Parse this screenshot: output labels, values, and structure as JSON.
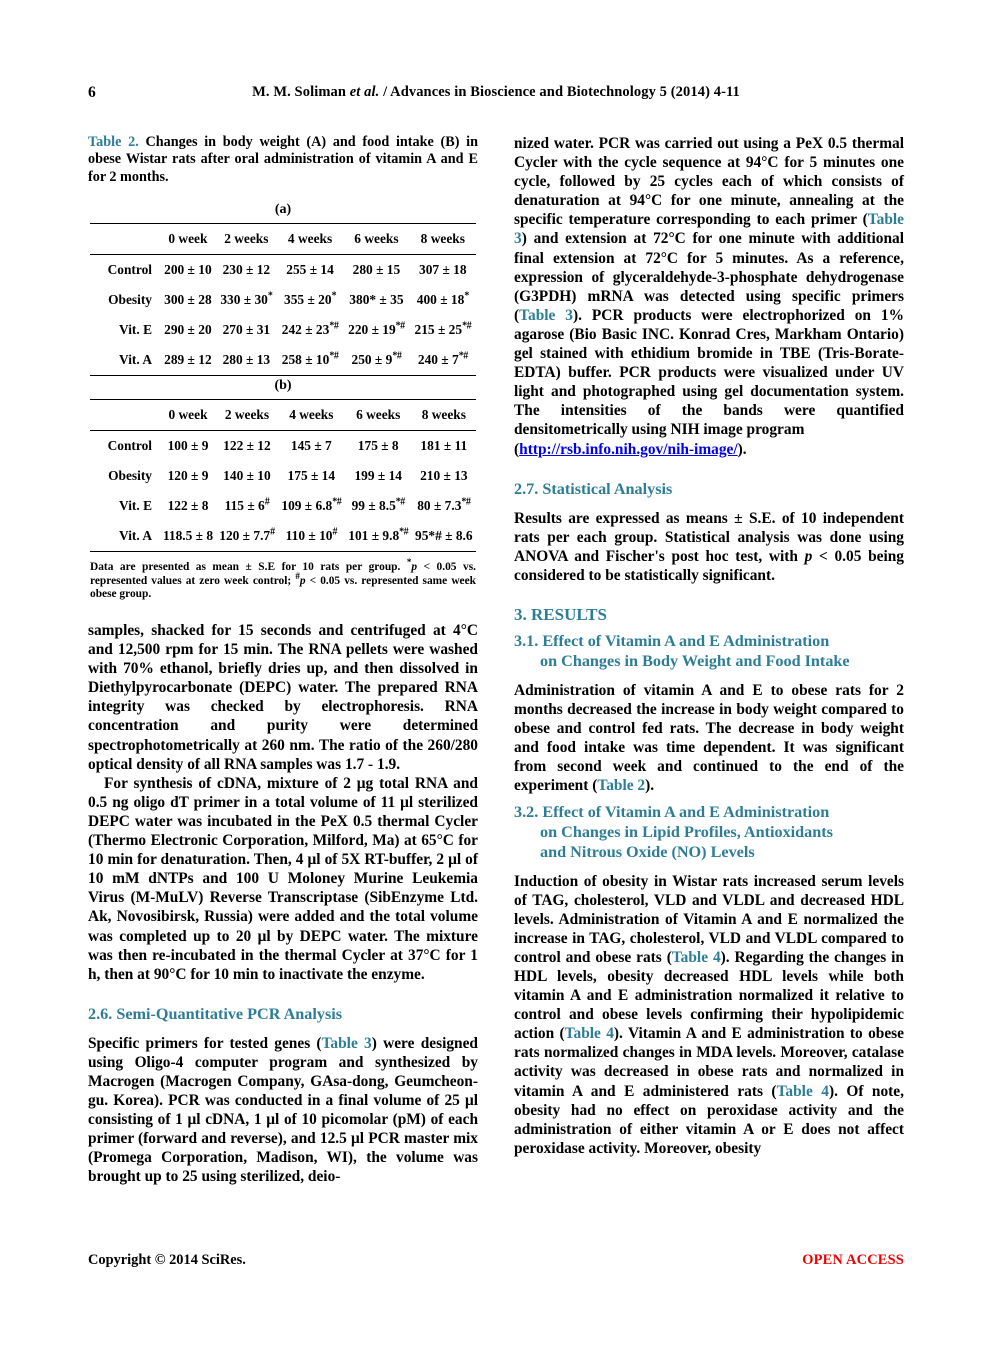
{
  "header": {
    "folio": "6",
    "citation_prefix": "M. M. Soliman ",
    "citation_italic": "et al.",
    "citation_suffix": " / Advances in Bioscience and Biotechnology 5 (2014) 4-11"
  },
  "table2": {
    "caption_label": "Table 2.",
    "caption_text": " Changes in body weight (A) and food intake (B) in obese Wistar rats after oral administration of vitamin A and E for 2 months.",
    "panel_a_label": "(a)",
    "panel_b_label": "(b)",
    "columns": [
      "",
      "0 week",
      "2 weeks",
      "4 weeks",
      "6 weeks",
      "8 weeks"
    ],
    "panel_a_rows": [
      {
        "label": "Control",
        "cells": [
          {
            "v": "200 ± 10",
            "sup": ""
          },
          {
            "v": "230 ± 12",
            "sup": ""
          },
          {
            "v": "255 ± 14",
            "sup": ""
          },
          {
            "v": "280 ± 15",
            "sup": ""
          },
          {
            "v": "307 ± 18",
            "sup": ""
          }
        ]
      },
      {
        "label": "Obesity",
        "cells": [
          {
            "v": "300 ± 28",
            "sup": ""
          },
          {
            "v": "330 ± 30",
            "sup": "*"
          },
          {
            "v": "355 ± 20",
            "sup": "*"
          },
          {
            "v": "380* ± 35",
            "sup": ""
          },
          {
            "v": "400 ± 18",
            "sup": "*"
          }
        ]
      },
      {
        "label": "Vit. E",
        "cells": [
          {
            "v": "290 ± 20",
            "sup": ""
          },
          {
            "v": "270 ± 31",
            "sup": ""
          },
          {
            "v": "242 ± 23",
            "sup": "*#"
          },
          {
            "v": "220 ± 19",
            "sup": "*#"
          },
          {
            "v": "215 ± 25",
            "sup": "*#"
          }
        ]
      },
      {
        "label": "Vit. A",
        "cells": [
          {
            "v": "289 ± 12",
            "sup": ""
          },
          {
            "v": "280 ± 13",
            "sup": ""
          },
          {
            "v": "258 ± 10",
            "sup": "*#"
          },
          {
            "v": "250 ± 9",
            "sup": "*#"
          },
          {
            "v": "240 ± 7",
            "sup": "*#"
          }
        ]
      }
    ],
    "panel_b_rows": [
      {
        "label": "Control",
        "cells": [
          {
            "v": "100 ± 9",
            "sup": ""
          },
          {
            "v": "122 ± 12",
            "sup": ""
          },
          {
            "v": "145 ± 7",
            "sup": ""
          },
          {
            "v": "175 ± 8",
            "sup": ""
          },
          {
            "v": "181 ± 11",
            "sup": ""
          }
        ]
      },
      {
        "label": "Obesity",
        "cells": [
          {
            "v": "120 ± 9",
            "sup": ""
          },
          {
            "v": "140 ± 10",
            "sup": ""
          },
          {
            "v": "175 ± 14",
            "sup": ""
          },
          {
            "v": "199 ± 14",
            "sup": ""
          },
          {
            "v": "210 ± 13",
            "sup": ""
          }
        ]
      },
      {
        "label": "Vit. E",
        "cells": [
          {
            "v": "122 ± 8",
            "sup": ""
          },
          {
            "v": "115 ± 6",
            "sup": "#"
          },
          {
            "v": "109 ± 6.8",
            "sup": "*#"
          },
          {
            "v": "99 ± 8.5",
            "sup": "*#"
          },
          {
            "v": "80 ± 7.3",
            "sup": "*#"
          }
        ]
      },
      {
        "label": "Vit. A",
        "cells": [
          {
            "v": "118.5 ± 8",
            "sup": ""
          },
          {
            "v": "120 ± 7.7",
            "sup": "#"
          },
          {
            "v": "110 ± 10",
            "sup": "#"
          },
          {
            "v": "101 ± 9.8",
            "sup": "*#"
          },
          {
            "v": "95*# ± 8.6",
            "sup": ""
          }
        ]
      }
    ],
    "note_part1": "Data are presented as mean ± S.E for 10 rats per group. ",
    "note_sup1": "*",
    "note_part2": "p < 0.05 vs. represented values at zero week control; ",
    "note_sup2": "#",
    "note_part3": "p < 0.05 vs. represented same week obese group."
  },
  "left_column": {
    "para_rna": "samples, shacked for 15 seconds and centrifuged at 4°C and 12,500 rpm for 15 min. The RNA pellets were washed with 70% ethanol, briefly dries up, and then dissolved in Diethylpyrocarbonate (DEPC) water. The prepared RNA integrity was checked by electrophoresis. RNA concentration and purity were determined spectrophotometrically at 260 nm. The ratio of the 260/280 optical density of all RNA samples was 1.7 - 1.9.",
    "para_cdna": "For synthesis of cDNA, mixture of 2 μg total RNA and 0.5 ng oligo dT primer in a total volume of 11 μl sterilized DEPC water was incubated in the PeX 0.5 thermal Cycler (Thermo Electronic Corporation, Milford, Ma) at 65°C for 10 min for denaturation. Then, 4 μl of 5X RT-buffer, 2 μl of 10 mM dNTPs and 100 U Moloney Murine Leukemia Virus (M-MuLV) Reverse Transcriptase (SibEnzyme Ltd. Ak, Novosibirsk, Russia) were added and the total volume was completed up to 20 μl by DEPC water. The mixture was then re-incubated in the thermal Cycler at 37°C for 1 h, then at 90°C for 10 min to inactivate the enzyme.",
    "heading_2_6": "2.6. Semi-Quantitative PCR Analysis",
    "para_pcr_a": "Specific primers for tested genes (",
    "para_pcr_link": "Table 3",
    "para_pcr_b": ") were designed using Oligo-4 computer program and synthesized by Macrogen (Macrogen Company, GAsa-dong, Geumcheon-gu. Korea). PCR was conducted in a final volume of 25 μl consisting of 1 μl cDNA, 1 μl of 10 picomolar (pM) of each primer (forward and reverse), and 12.5 μl PCR master mix (Promega Corporation, Madison, WI), the volume was brought up to 25 using sterilized, deio-"
  },
  "right_column": {
    "para_pcr_a": "nized water. PCR was carried out using a PeX 0.5 thermal Cycler with the cycle sequence at 94°C for 5 minutes one cycle, followed by 25 cycles each of which consists of denaturation at 94°C for one minute, annealing at the specific temperature corresponding to each primer (",
    "link_table3_1": "Table 3",
    "para_pcr_b": ") and extension at 72°C for one minute with additional final extension at 72°C for 5 minutes. As a reference, expression of glyceraldehyde-3-phosphate dehydrogenase (G3PDH) mRNA was detected using specific primers (",
    "link_table3_2": "Table 3",
    "para_pcr_c": "). PCR products were electrophorized on 1% agarose (Bio Basic INC. Konrad Cres, Markham Ontario) gel stained with ethidium bromide in TBE (Tris-Borate-EDTA) buffer. PCR products were visualized under UV light and photographed using gel documentation system. The intensities of the bands were quantified densitometrically using NIH image program",
    "nih_open_paren": "(",
    "nih_url": "http://rsb.info.nih.gov/nih-image/",
    "nih_close": ").",
    "heading_2_7": "2.7. Statistical Analysis",
    "para_stats_a": "Results are expressed as means ± S.E. of 10 independent rats per each group. Statistical analysis was done using ANOVA and Fischer's post hoc test, with ",
    "para_stats_ital": "p",
    "para_stats_b": " < 0.05 being considered to be statistically significant.",
    "heading_3": "3. RESULTS",
    "heading_3_1_line1": "3.1. Effect of Vitamin A and E Administration",
    "heading_3_1_line2": "on Changes in Body Weight and Food Intake",
    "para_3_1_a": "Administration of vitamin A and E to obese rats for 2 months decreased the increase in body weight compared to obese and control fed rats. The decrease in body weight and food intake was time dependent. It was significant from second week and continued to the end of the experiment (",
    "link_table2": "Table 2",
    "para_3_1_b": ").",
    "heading_3_2_line1": "3.2. Effect of Vitamin A and E Administration",
    "heading_3_2_line2": "on Changes in Lipid Profiles, Antioxidants",
    "heading_3_2_line3": "and Nitrous Oxide (NO) Levels",
    "para_3_2_a": "Induction of obesity in Wistar rats increased serum levels of TAG, cholesterol, VLD and VLDL and decreased HDL levels. Administration of Vitamin A and E normalized the increase in TAG, cholesterol, VLD and VLDL compared to control and obese rats (",
    "link_table4_1": "Table 4",
    "para_3_2_b": "). Regarding the changes in HDL levels, obesity decreased HDL levels while both vitamin A and E administration normalized it relative to control and obese levels confirming their hypolipidemic action (",
    "link_table4_2": "Table 4",
    "para_3_2_c": "). Vitamin A and E administration to obese rats normalized changes in MDA levels. Moreover, catalase activity was decreased in obese rats and normalized in vitamin A and E administered rats (",
    "link_table4_3": "Table 4",
    "para_3_2_d": "). Of note, obesity had no effect on peroxidase activity and the administration of either vitamin A or E does not affect peroxidase activity. Moreover, obesity"
  },
  "footer": {
    "copyright": "Copyright © 2014 SciRes.",
    "open_access": "OPEN ACCESS"
  },
  "colors": {
    "accent": "#2e7d97",
    "link": "#0000ee",
    "open_access": "#ee0000"
  }
}
